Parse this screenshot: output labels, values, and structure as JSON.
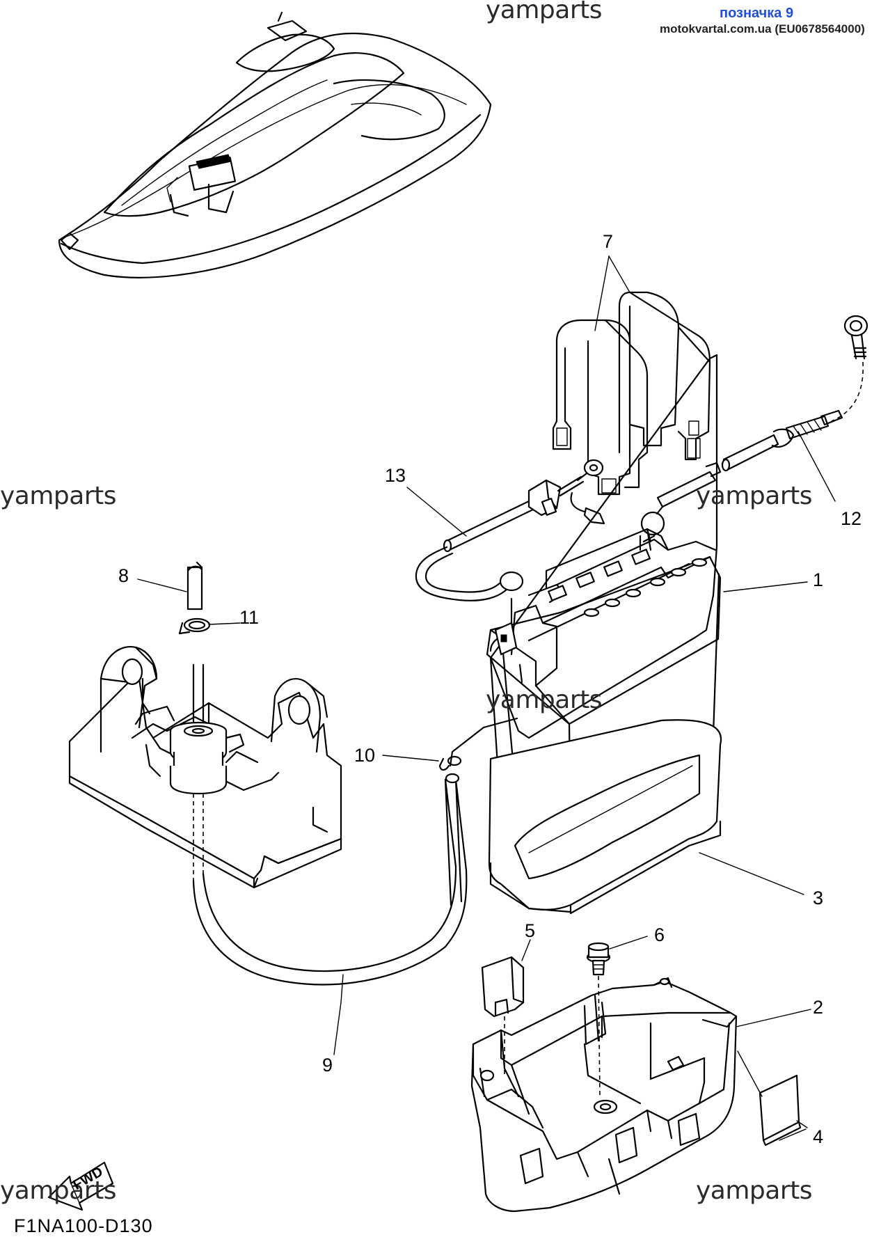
{
  "header": {
    "tag": "позначка 9",
    "site": "motokvartal.com.ua (EU0678564000)"
  },
  "watermarks": {
    "top": "yamparts",
    "left": "yamparts",
    "mid_right": "yamparts",
    "center": "yamparts",
    "bottom_left": "yamparts",
    "bottom_right": "yamparts"
  },
  "callouts": {
    "p1": "1",
    "p2": "2",
    "p3": "3",
    "p4": "4",
    "p5": "5",
    "p6": "6",
    "p7": "7",
    "p8": "8",
    "p9": "9",
    "p10": "10",
    "p11": "11",
    "p12": "12",
    "p13": "13"
  },
  "fwd_label": "FWD",
  "diagram_code": "F1NA100-D130"
}
